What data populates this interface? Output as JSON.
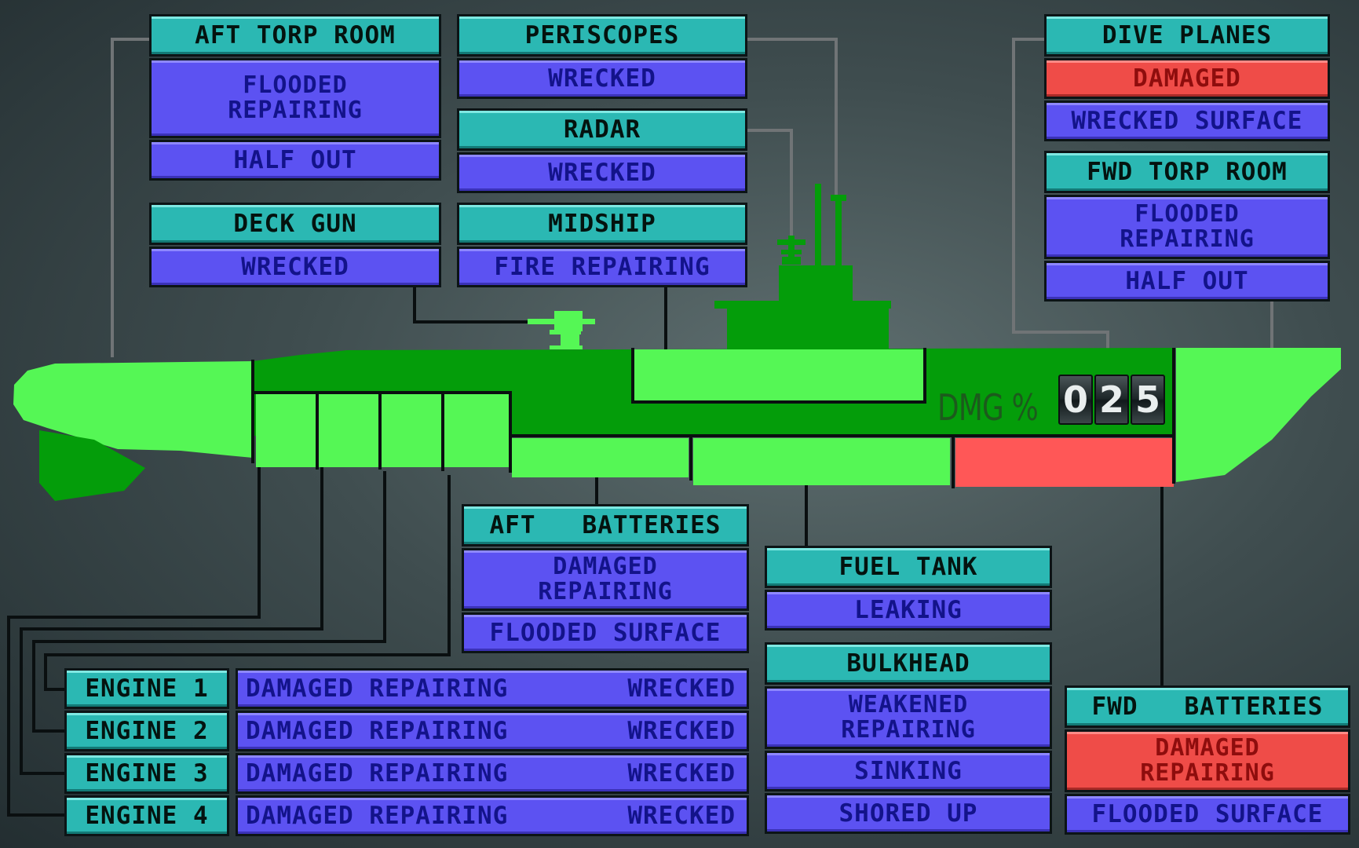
{
  "colors": {
    "header": "#2bb8b3",
    "status_normal": "#5c52f2",
    "status_damaged": "#ef4c48",
    "hull_light": "#55f755",
    "hull_dark": "#049d0a",
    "hull_damaged": "#ff5757"
  },
  "panels": {
    "aft_torp": {
      "title": "AFT TORP ROOM",
      "status1": "FLOODED\nREPAIRING",
      "status2": "HALF OUT"
    },
    "periscopes": {
      "title": "PERISCOPES",
      "status1": "WRECKED"
    },
    "radar": {
      "title": "RADAR",
      "status1": "WRECKED"
    },
    "deck_gun": {
      "title": "DECK GUN",
      "status1": "WRECKED"
    },
    "midship": {
      "title": "MIDSHIP",
      "status1": "FIRE REPAIRING"
    },
    "dive_planes": {
      "title": "DIVE PLANES",
      "status1": "DAMAGED",
      "status2": "WRECKED SURFACE"
    },
    "fwd_torp": {
      "title": "FWD TORP ROOM",
      "status1": "FLOODED\nREPAIRING",
      "status2": "HALF OUT"
    },
    "aft_batteries": {
      "title": "AFT   BATTERIES",
      "status1": "DAMAGED\nREPAIRING",
      "status2": "FLOODED SURFACE"
    },
    "fuel_tank": {
      "title": "FUEL TANK",
      "status1": "LEAKING"
    },
    "bulkhead": {
      "title": "BULKHEAD",
      "status1": "WEAKENED\nREPAIRING",
      "status2": "SINKING",
      "status3": "SHORED UP"
    },
    "fwd_batteries": {
      "title": "FWD   BATTERIES",
      "status1": "DAMAGED\nREPAIRING",
      "status2": "FLOODED SURFACE"
    }
  },
  "engines": [
    {
      "label": "ENGINE 1",
      "status": "DAMAGED REPAIRING",
      "condition": "WRECKED"
    },
    {
      "label": "ENGINE 2",
      "status": "DAMAGED REPAIRING",
      "condition": "WRECKED"
    },
    {
      "label": "ENGINE 3",
      "status": "DAMAGED REPAIRING",
      "condition": "WRECKED"
    },
    {
      "label": "ENGINE 4",
      "status": "DAMAGED REPAIRING",
      "condition": "WRECKED"
    }
  ],
  "damage": {
    "label": "DMG %",
    "d1": "0",
    "d2": "2",
    "d3": "5"
  }
}
